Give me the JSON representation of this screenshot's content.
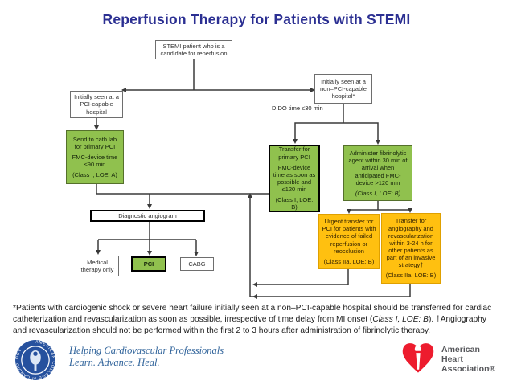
{
  "title": "Reperfusion Therapy for Patients with STEMI",
  "colors": {
    "title_blue": "#2B2F92",
    "node_green": "#90C14E",
    "node_orange": "#FFC010",
    "line_gray": "#3a3a3a",
    "acc_blue": "#26519E",
    "aha_red": "#ED1C2E",
    "aha_text_gray": "#55565A"
  },
  "flowchart": {
    "dido_label": "DIDO time ≤30 min",
    "stemi": {
      "text": "STEMI patient who is a candidate for reperfusion"
    },
    "pci_hospital": {
      "text": "Initially seen at a PCI-capable hospital"
    },
    "non_pci_hospital": {
      "text": "Initially seen at a non–PCI-capable hospital*"
    },
    "cath_lab": {
      "lines": [
        "Send to cath lab for primary PCI",
        "FMC-device time ≤90 min",
        "(Class I, LOE: A)"
      ]
    },
    "transfer_pci": {
      "lines": [
        "Transfer for primary PCI",
        "FMC-device time as soon as possible and ≤120 min",
        "(Class I, LOE: B)"
      ]
    },
    "fibrinolytic": {
      "lines": [
        "Administer fibrinolytic agent within 30 min of arrival when anticipated FMC-device >120 min",
        "(Class I, LOE: B)"
      ]
    },
    "diagnostic_angiogram": {
      "text": "Diagnostic angiogram"
    },
    "medical_therapy": {
      "text": "Medical therapy only"
    },
    "pci": {
      "text": "PCI"
    },
    "cabg": {
      "text": "CABG"
    },
    "urgent_transfer": {
      "lines": [
        "Urgent transfer for PCI for patients with evidence of failed reperfusion or reocclusion",
        "(Class IIa, LOE: B)"
      ]
    },
    "transfer_angio": {
      "lines": [
        "Transfer for angiography and revascularization within 3-24 h for other patients as part of an invasive strategy†",
        "(Class IIa, LOE: B)"
      ]
    }
  },
  "footnote": {
    "part1": "*Patients with cardiogenic shock or severe heart failure initially seen at a non–PCI-capable hospital should be transferred for cardiac catheterization and revascularization as soon as possible, irrespective of time delay from MI onset (",
    "italic": "Class I, LOE: B",
    "part2": "). †Angiography and revascularization should not be performed within the first 2 to 3 hours after administration of fibrinolytic therapy."
  },
  "footer": {
    "acc_seal_text": "AMERICAN COLLEGE of CARDIOLOGY",
    "acc_tagline_line1": "Helping Cardiovascular Professionals",
    "acc_tagline_line2": "Learn. Advance. Heal.",
    "aha_line1": "American",
    "aha_line2": "Heart",
    "aha_line3": "Association®"
  }
}
